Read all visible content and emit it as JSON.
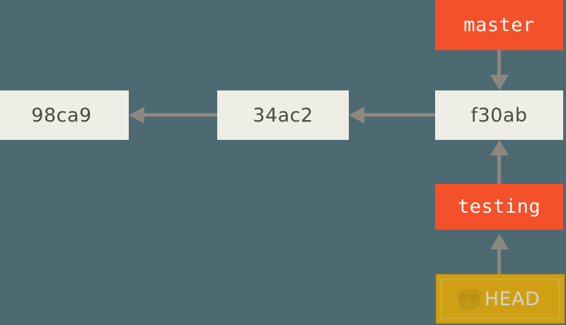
{
  "diagram": {
    "title": "git-branching-head-pointer",
    "background_color": "#4d6a72",
    "commit_color": "#eeeee6",
    "commit_text_color": "#4a4a46",
    "branch_color": "#f4502a",
    "branch_text_color": "#ffffff",
    "head_color": "#cfa014",
    "head_text_color": "#d2d2cf",
    "arrow_color": "#8c8880"
  },
  "commits": [
    {
      "id": "98ca9",
      "label": "98ca9"
    },
    {
      "id": "34ac2",
      "label": "34ac2"
    },
    {
      "id": "f30ab",
      "label": "f30ab"
    }
  ],
  "branches": [
    {
      "id": "master",
      "label": "master"
    },
    {
      "id": "testing",
      "label": "testing"
    }
  ],
  "head": {
    "label": "HEAD",
    "icon": "face-icon",
    "points_to": "testing"
  },
  "arrows": [
    {
      "from": "34ac2",
      "to": "98ca9",
      "direction": "left"
    },
    {
      "from": "f30ab",
      "to": "34ac2",
      "direction": "left"
    },
    {
      "from": "master",
      "to": "f30ab",
      "direction": "down"
    },
    {
      "from": "testing",
      "to": "f30ab",
      "direction": "up"
    },
    {
      "from": "HEAD",
      "to": "testing",
      "direction": "up"
    }
  ]
}
